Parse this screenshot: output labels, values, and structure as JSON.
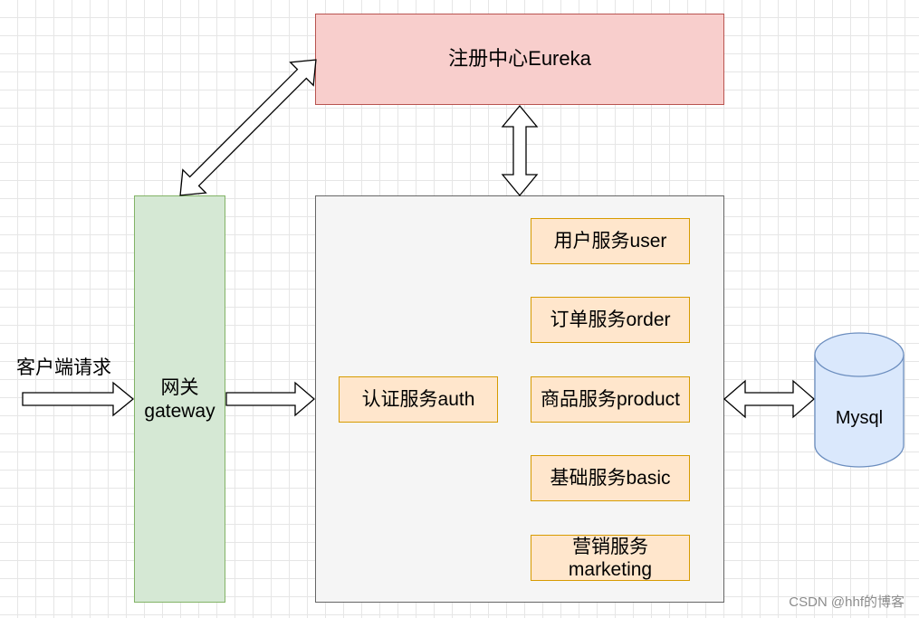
{
  "registry": {
    "label": "注册中心Eureka"
  },
  "gateway": {
    "line1": "网关",
    "line2": "gateway"
  },
  "client": {
    "label": "客户端请求"
  },
  "services": {
    "auth": "认证服务auth",
    "user": "用户服务user",
    "order": "订单服务order",
    "product": "商品服务product",
    "basic": "基础服务basic",
    "marketing_line1": "营销服务",
    "marketing_line2": "marketing"
  },
  "database": {
    "label": "Mysql"
  },
  "watermark": "CSDN @hhf的博客",
  "colors": {
    "registry_fill": "#f8cecc",
    "registry_stroke": "#b85450",
    "gateway_fill": "#d5e8d4",
    "gateway_stroke": "#82b366",
    "services_fill": "#f5f5f5",
    "services_stroke": "#666666",
    "service_fill": "#ffe6cc",
    "service_stroke": "#d79b00",
    "db_fill": "#dae8fc",
    "db_stroke": "#6c8ebf"
  },
  "icons": [
    "arrow-right-icon",
    "double-arrow-icon",
    "database-icon"
  ]
}
